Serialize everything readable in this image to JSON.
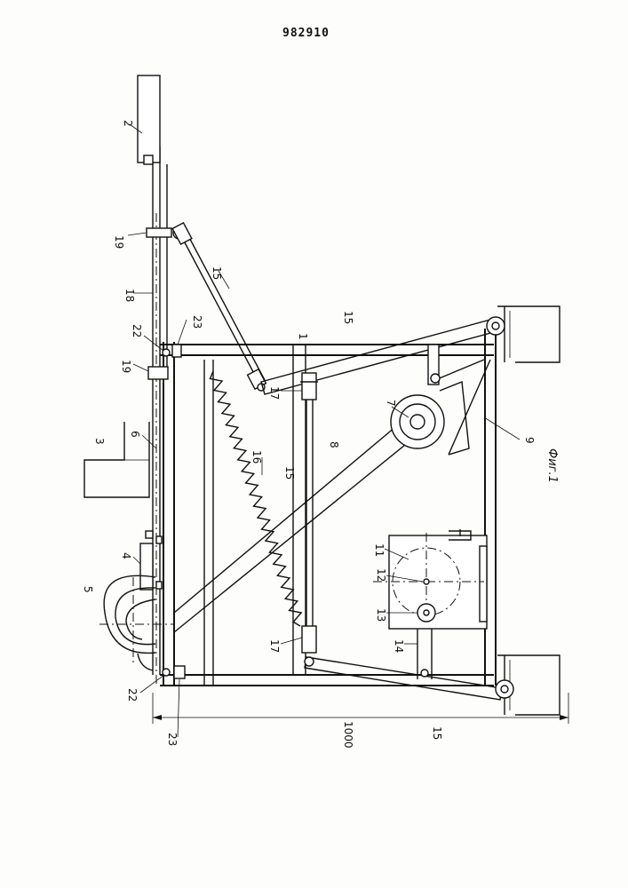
{
  "document": {
    "patent_number": "982910",
    "figure_caption": "Фиг.1",
    "dimension_label": "1000"
  },
  "labels": {
    "l1": "1",
    "l2": "2",
    "l3": "3",
    "l4": "4",
    "l5": "5",
    "l6": "6",
    "l7": "7",
    "l8": "8",
    "l9": "9",
    "l11": "11",
    "l12": "12",
    "l13": "13",
    "l14": "14",
    "l15a": "15",
    "l15b": "15",
    "l15c": "15",
    "l15d": "15",
    "l16": "16",
    "l17a": "17",
    "l17b": "17",
    "l18": "18",
    "l19a": "19",
    "l19b": "19",
    "l22a": "22",
    "l22b": "22",
    "l23a": "23",
    "l23b": "23"
  }
}
